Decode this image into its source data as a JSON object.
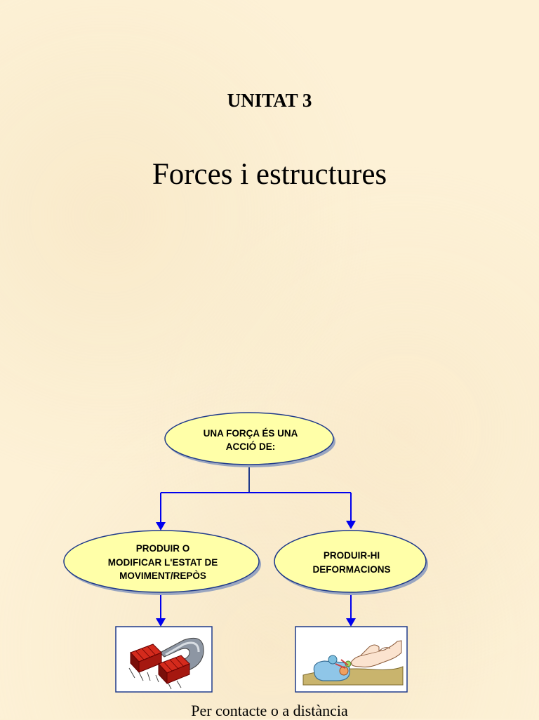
{
  "header": {
    "unit_label": "UNITAT 3",
    "title": "Forces i estructures"
  },
  "diagram": {
    "root": {
      "lines": [
        "UNA FORÇA ÉS UNA",
        "ACCIÓ DE:"
      ]
    },
    "left_node": {
      "lines": [
        "PRODUIR O",
        "MODIFICAR L'ESTAT DE",
        "MOVIMENT/REPÒS"
      ],
      "image_icon": "horseshoe-magnet-icon"
    },
    "right_node": {
      "lines": [
        "PRODUIR-HI",
        "DEFORMACIONS"
      ],
      "image_icon": "finger-pressing-toy-icon"
    }
  },
  "footer": {
    "caption": "Per contacte o a distància"
  },
  "colors": {
    "background": "#fdf1d6",
    "node_fill": "#ffffa8",
    "node_stroke": "#1f3a8a",
    "arrow": "#0000ee"
  }
}
